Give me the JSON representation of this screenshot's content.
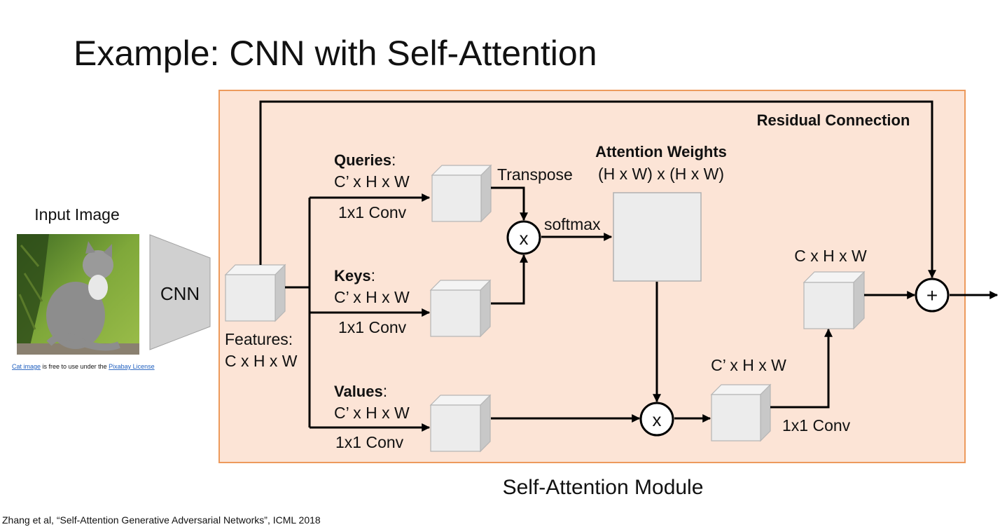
{
  "slide": {
    "title": "Example: CNN with Self-Attention",
    "module_label": "Self-Attention Module",
    "citation": "Zhang et al, “Self-Attention Generative Adversarial Networks”, ICML 2018"
  },
  "input": {
    "label": "Input Image",
    "credit_link1": "Cat image",
    "credit_middle": " is free to use under the ",
    "credit_link2": "Pixabay License",
    "cnn_label": "CNN"
  },
  "features": {
    "label": "Features:",
    "shape": "C x H x W"
  },
  "branches": {
    "queries": {
      "name": "Queries",
      "colon": ":",
      "shape": "C’ x H x W",
      "op": "1x1 Conv"
    },
    "keys": {
      "name": "Keys",
      "colon": ":",
      "shape": "C’ x H x W",
      "op": "1x1 Conv"
    },
    "values": {
      "name": "Values",
      "colon": ":",
      "shape": "C’ x H x W",
      "op": "1x1 Conv"
    }
  },
  "attention": {
    "transpose": "Transpose",
    "softmax": "softmax",
    "weights_title": "Attention Weights",
    "weights_shape": "(H x W) x (H x W)",
    "mult_symbol": "x"
  },
  "output": {
    "pre_shape": "C’ x H x W",
    "conv": "1x1 Conv",
    "post_shape": "C x H x W",
    "add_symbol": "+",
    "residual": "Residual Connection"
  },
  "colors": {
    "module_fill": "#fce4d6",
    "module_border": "#ed9a5c",
    "cube_front": "#ececec",
    "cube_top": "#f4f4f4",
    "cube_side": "#c8c8c8",
    "cnn_fill": "#d0d0d0"
  }
}
